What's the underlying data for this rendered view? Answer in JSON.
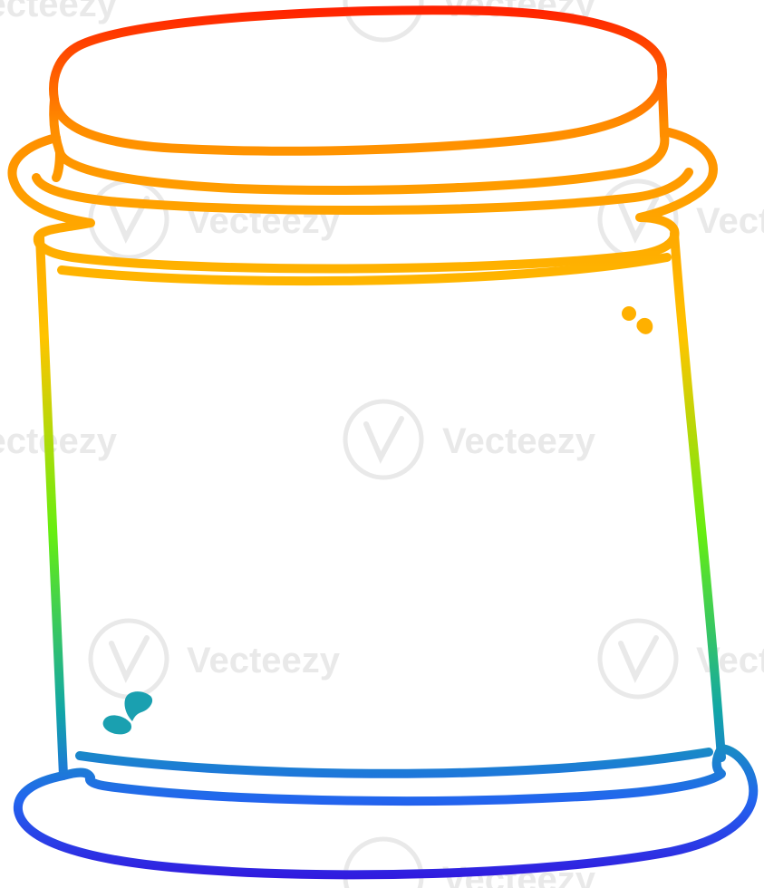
{
  "illustration": {
    "subject": "jar-with-lid",
    "style": "rainbow gradient outline cartoon",
    "background": "#ffffff"
  },
  "watermark": {
    "text": "Vecteezy",
    "color": "#e9e9e9"
  },
  "colors": {
    "gradient_top": "#ff1a00",
    "gradient_orange": "#ff8c00",
    "gradient_yellow": "#ffc400",
    "gradient_green": "#66ee11",
    "gradient_teal": "#11a6a6",
    "gradient_blue": "#2266ee",
    "gradient_bottom": "#3311dd"
  }
}
